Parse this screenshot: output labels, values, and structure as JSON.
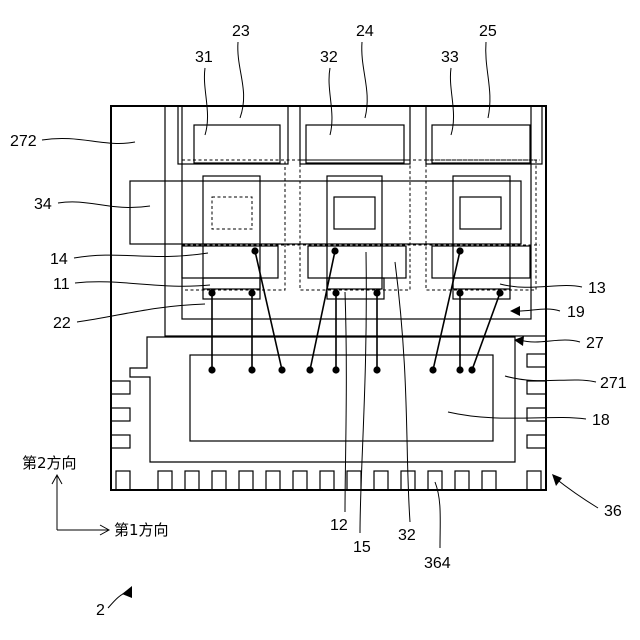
{
  "labels": {
    "l23": "23",
    "l24": "24",
    "l25": "25",
    "l31": "31",
    "l32a": "32",
    "l33": "33",
    "l272": "272",
    "l34": "34",
    "l14": "14",
    "l11": "11",
    "l22": "22",
    "l13": "13",
    "l19": "19",
    "l27": "27",
    "l271": "271",
    "l18": "18",
    "l36": "36",
    "l12": "12",
    "l15": "15",
    "l32b": "32",
    "l364": "364",
    "l2": "2"
  },
  "directions": {
    "second": "第2方向",
    "first": "第1方向"
  }
}
